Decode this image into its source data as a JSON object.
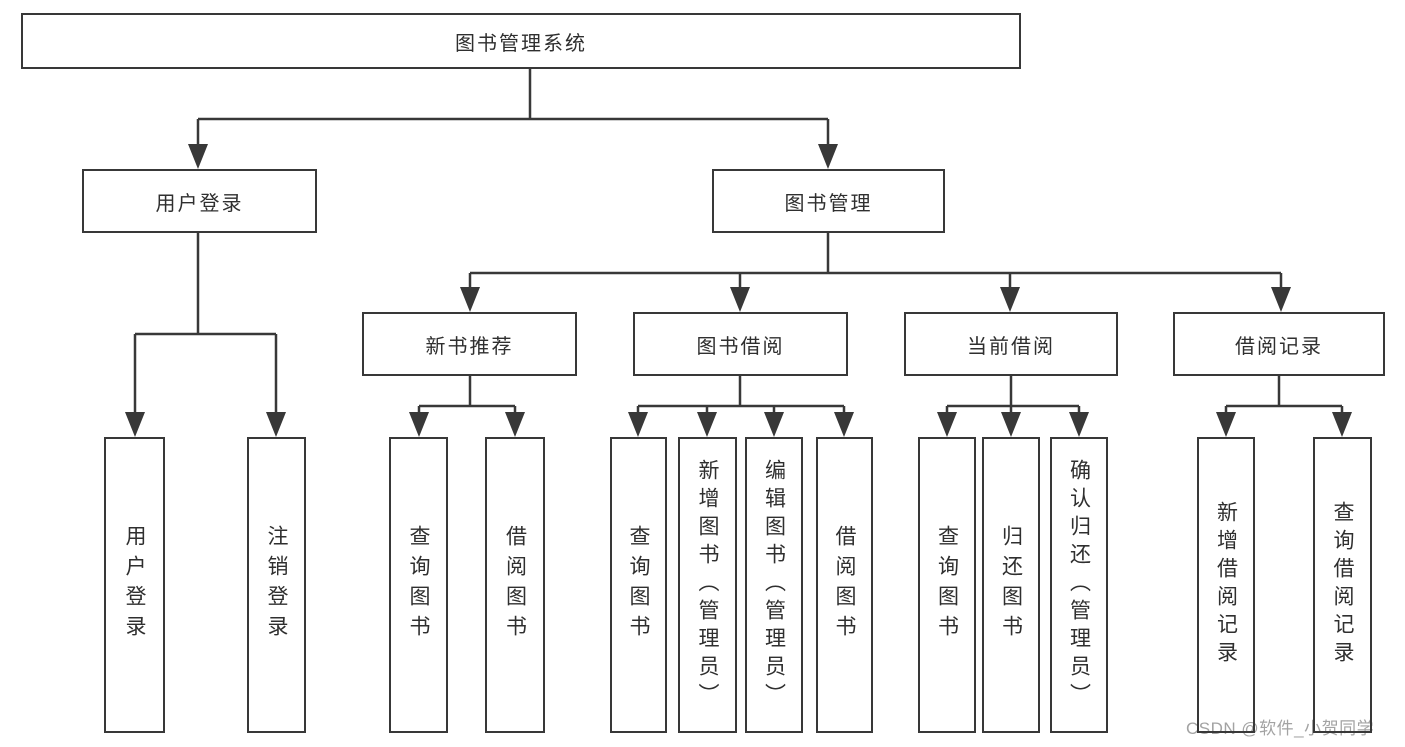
{
  "title": {
    "label": "图书管理系统"
  },
  "nodes": {
    "user_login": {
      "label": "用户登录"
    },
    "book_mgmt": {
      "label": "图书管理"
    },
    "new_book_rec": {
      "label": "新书推荐"
    },
    "book_borrow": {
      "label": "图书借阅"
    },
    "current_borrow": {
      "label": "当前借阅"
    },
    "borrow_records": {
      "label": "借阅记录"
    }
  },
  "leaves": {
    "user_login": [
      {
        "label": "用户登录"
      },
      {
        "label": "注销登录"
      }
    ],
    "new_book_rec": [
      {
        "label": "查询图书"
      },
      {
        "label": "借阅图书"
      }
    ],
    "book_borrow": [
      {
        "label": "查询图书"
      },
      {
        "label": "新增图书（管理员）"
      },
      {
        "label": "编辑图书（管理员）"
      },
      {
        "label": "借阅图书"
      }
    ],
    "current_borrow": [
      {
        "label": "查询图书"
      },
      {
        "label": "归还图书"
      },
      {
        "label": "确认归还（管理员）"
      }
    ],
    "borrow_records": [
      {
        "label": "新增借阅记录"
      },
      {
        "label": "查询借阅记录"
      }
    ]
  },
  "watermark": {
    "text": "CSDN @软件_小贺同学"
  },
  "colors": {
    "line": "#383838",
    "text": "#2f2f2f",
    "watermark": "#a3a3a3",
    "background": "#ffffff"
  }
}
